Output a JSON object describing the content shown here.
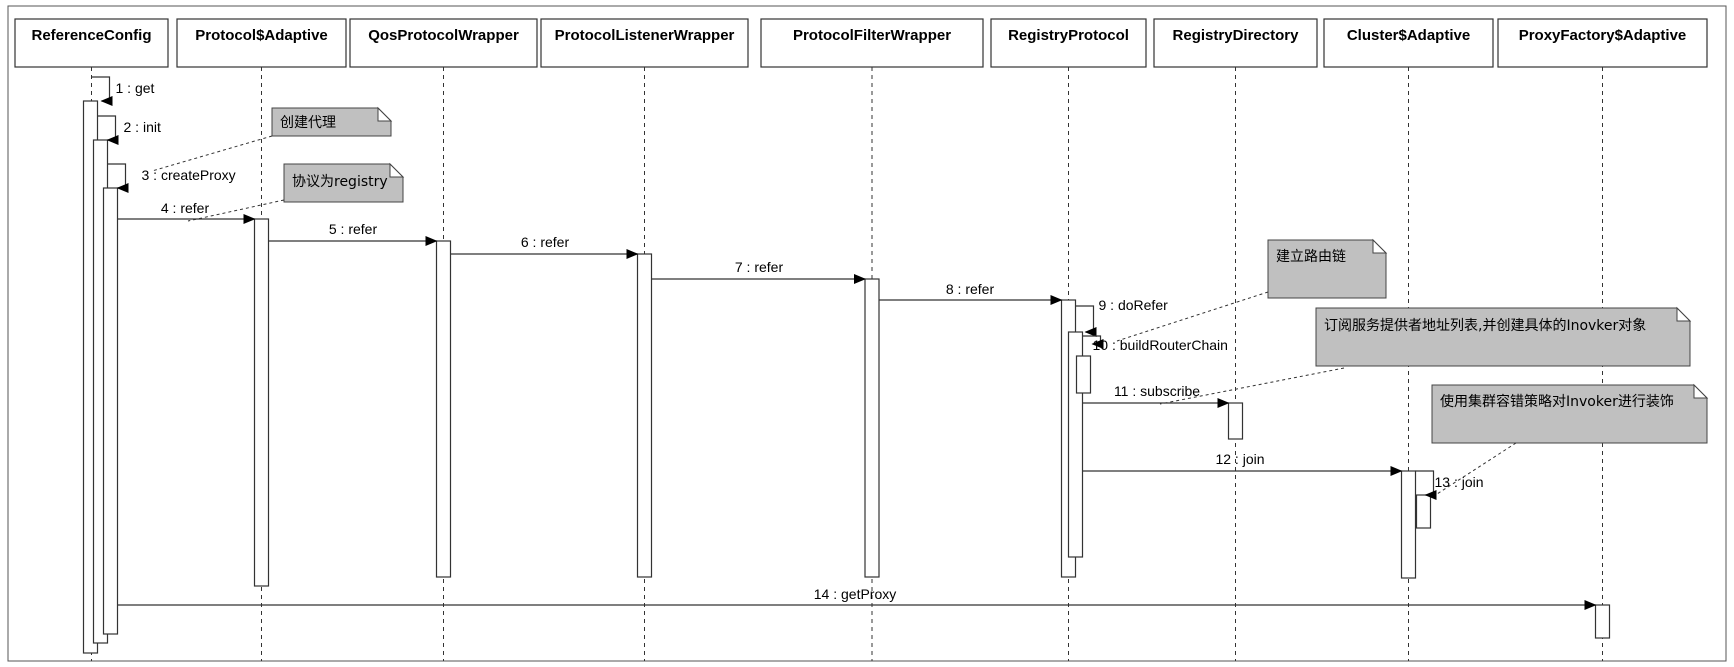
{
  "participants": [
    {
      "id": "refcfg",
      "label": "ReferenceConfig"
    },
    {
      "id": "protoadapt",
      "label": "Protocol$Adaptive"
    },
    {
      "id": "qos",
      "label": "QosProtocolWrapper"
    },
    {
      "id": "listener",
      "label": "ProtocolListenerWrapper"
    },
    {
      "id": "filter",
      "label": "ProtocolFilterWrapper"
    },
    {
      "id": "registry",
      "label": "RegistryProtocol"
    },
    {
      "id": "regdir",
      "label": "RegistryDirectory"
    },
    {
      "id": "cluster",
      "label": "Cluster$Adaptive"
    },
    {
      "id": "proxyfac",
      "label": "ProxyFactory$Adaptive"
    }
  ],
  "messages": [
    {
      "id": "m1",
      "label": "1 : get"
    },
    {
      "id": "m2",
      "label": "2 : init"
    },
    {
      "id": "m3",
      "label": "3 : createProxy"
    },
    {
      "id": "m4",
      "label": "4 : refer"
    },
    {
      "id": "m5",
      "label": "5 : refer"
    },
    {
      "id": "m6",
      "label": "6 : refer"
    },
    {
      "id": "m7",
      "label": "7 : refer"
    },
    {
      "id": "m8",
      "label": "8 : refer"
    },
    {
      "id": "m9",
      "label": "9 : doRefer"
    },
    {
      "id": "m10",
      "label": "10 : buildRouterChain"
    },
    {
      "id": "m11",
      "label": "11 : subscribe"
    },
    {
      "id": "m12",
      "label": "12 : join"
    },
    {
      "id": "m13",
      "label": "13 : join"
    },
    {
      "id": "m14",
      "label": "14 : getProxy"
    }
  ],
  "notes": [
    {
      "id": "n1",
      "text": "创建代理"
    },
    {
      "id": "n2",
      "text": "协议为registry"
    },
    {
      "id": "n3",
      "text": "建立路由链"
    },
    {
      "id": "n4",
      "text": "订阅服务提供者地址列表,并创建具体的Inovker对象"
    },
    {
      "id": "n5",
      "text": "使用集群容错策略对Invoker进行装饰"
    }
  ]
}
